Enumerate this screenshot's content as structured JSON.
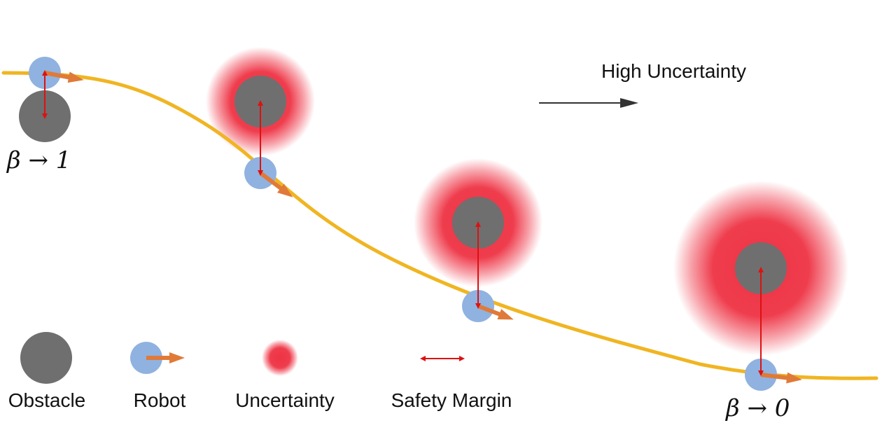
{
  "header": {
    "label": "High Uncertainty"
  },
  "beta_labels": {
    "left": "β → 1",
    "right": "β → 0"
  },
  "legend": {
    "obstacle": "Obstacle",
    "robot": "Robot",
    "uncertainty": "Uncertainty",
    "safety_margin": "Safety Margin"
  },
  "colors": {
    "trajectory": "#f0b522",
    "obstacle": "#6f6f6f",
    "robot": "#8fb2e0",
    "heading_arrow": "#e07a38",
    "uncertainty": "#ee3344",
    "safety_margin": "#dd1111",
    "text": "#111111"
  }
}
